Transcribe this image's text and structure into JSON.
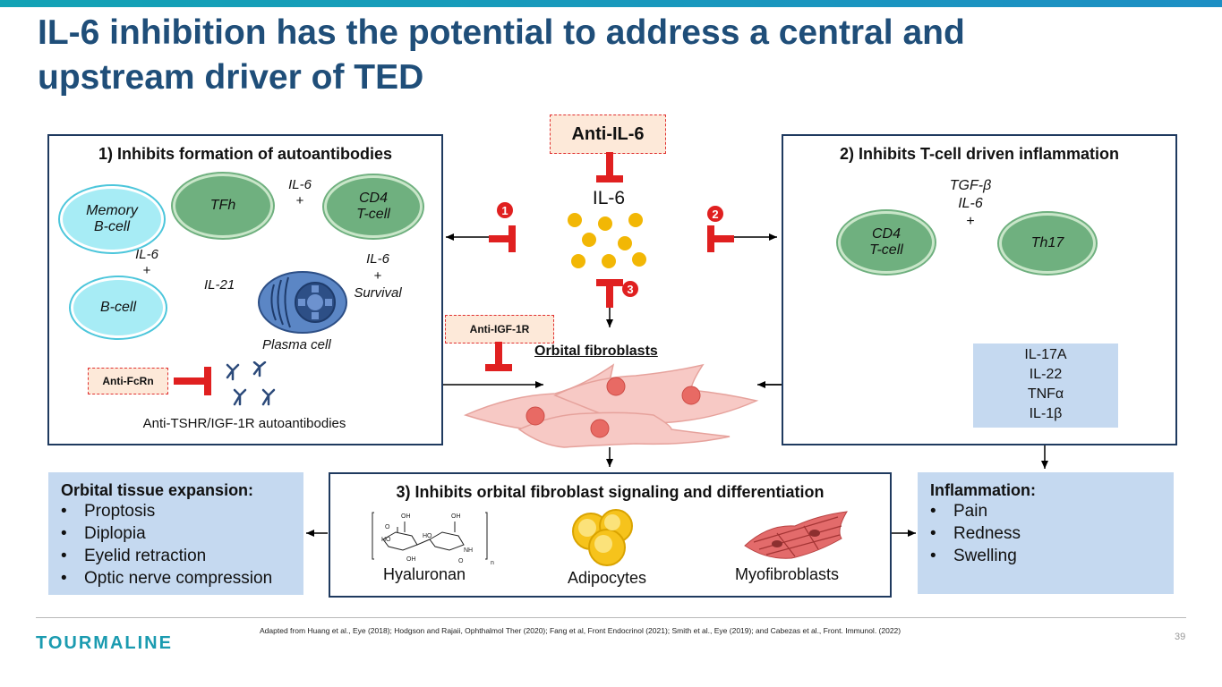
{
  "title_line1": "IL-6 inhibition has the potential to address a central and",
  "title_line2": "upstream driver of TED",
  "center": {
    "anti_il6": "Anti-IL-6",
    "il6": "IL-6",
    "anti_igf1r": "Anti-IGF-1R",
    "orbital_fibroblasts": "Orbital fibroblasts",
    "badge1": "1",
    "badge2": "2",
    "badge3": "3"
  },
  "box1": {
    "heading": "1) Inhibits formation of autoantibodies",
    "memory_bcell_line1": "Memory",
    "memory_bcell_line2": "B-cell",
    "tfh": "TFh",
    "cd4_line1": "CD4",
    "cd4_line2": "T-cell",
    "il6_plus_a_1": "IL-6",
    "il6_plus_a_2": "+",
    "il6_plus_b_1": "IL-6",
    "il6_plus_b_2": "+",
    "bcell": "B-cell",
    "il21": "IL-21",
    "il6_survival_1": "IL-6",
    "il6_survival_2": "+",
    "il6_survival_3": "Survival",
    "plasma_cell": "Plasma cell",
    "anti_fcrn": "Anti-FcRn",
    "autoantibodies": "Anti-TSHR/IGF-1R autoantibodies"
  },
  "box2": {
    "heading": "2) Inhibits T-cell driven inflammation",
    "cd4_line1": "CD4",
    "cd4_line2": "T-cell",
    "th17": "Th17",
    "cyto_1": "TGF-β",
    "cyto_2": "IL-6",
    "cyto_3": "+",
    "outputs": [
      "IL-17A",
      "IL-22",
      "TNFα",
      "IL-1β"
    ]
  },
  "box3": {
    "heading": "3) Inhibits orbital fibroblast signaling and differentiation",
    "hyaluronan": "Hyaluronan",
    "adipocytes": "Adipocytes",
    "myofibroblasts": "Myofibroblasts",
    "chem_labels": [
      "OH",
      "OH",
      "HO",
      "HO",
      "OH",
      "O",
      "NH",
      "O",
      "n"
    ]
  },
  "expansion": {
    "title": "Orbital tissue expansion:",
    "items": [
      "Proptosis",
      "Diplopia",
      "Eyelid retraction",
      "Optic nerve compression"
    ]
  },
  "inflammation": {
    "title": "Inflammation:",
    "items": [
      "Pain",
      "Redness",
      "Swelling"
    ]
  },
  "footer": {
    "logo": "TOURMALINE",
    "reference": "Adapted from Huang et al., Eye (2018); Hodgson and Rajaii, Ophthalmol Ther (2020); Fang et al, Front Endocrinol (2021); Smith et al., Eye (2019); and Cabezas et al., Front. Immunol. (2022)",
    "page": "39"
  },
  "colors": {
    "title": "#1f4e79",
    "inhibitor_red": "#e02020",
    "il6_dot": "#f2b705",
    "panel_blue": "#c5d9f0",
    "teal_logo": "#1b9bb0"
  }
}
